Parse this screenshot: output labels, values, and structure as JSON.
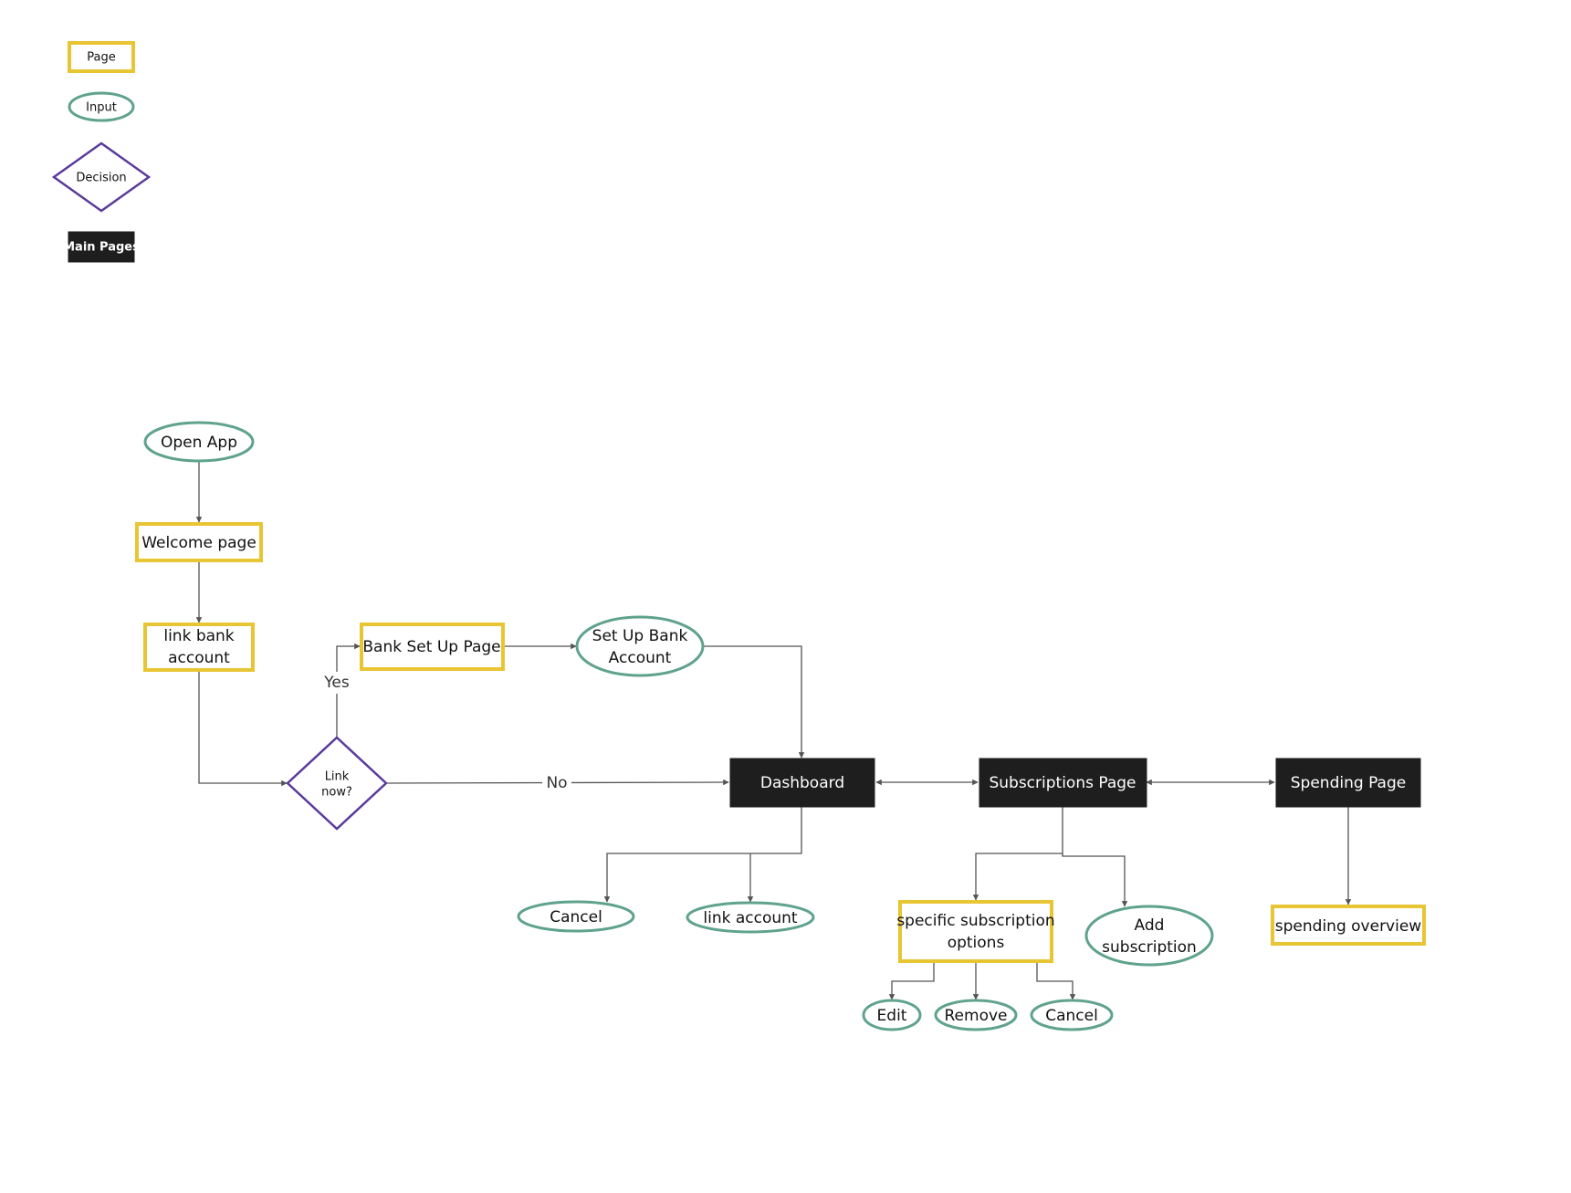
{
  "colors": {
    "page_border": "#e8c532",
    "input_border": "#5fa38a",
    "decision_border": "#5b3a9b",
    "main_fill": "#1e1e1e",
    "edge": "#555555"
  },
  "legend": {
    "page": "Page",
    "input": "Input",
    "decision": "Decision",
    "main_pages": "Main Pages"
  },
  "nodes": {
    "open_app": "Open App",
    "welcome_page": "Welcome page",
    "link_bank_account": [
      "link bank",
      "account"
    ],
    "link_now": [
      "Link",
      "now?"
    ],
    "bank_setup_page": "Bank Set Up Page",
    "setup_bank_account": [
      "Set Up Bank",
      "Account"
    ],
    "dashboard": "Dashboard",
    "subscriptions_page": "Subscriptions Page",
    "spending_page": "Spending Page",
    "cancel_dashboard": "Cancel",
    "link_account": "link account",
    "specific_subscription_options": [
      "specific subscription",
      "options"
    ],
    "add_subscription": [
      "Add",
      "subscription"
    ],
    "spending_overview": "spending overview",
    "edit": "Edit",
    "remove": "Remove",
    "cancel_options": "Cancel"
  },
  "edge_labels": {
    "yes": "Yes",
    "no": "No"
  }
}
